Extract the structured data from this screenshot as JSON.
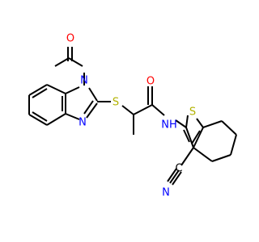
{
  "colors": {
    "bond": "#000000",
    "nitrogen": "#0000ff",
    "oxygen": "#ff0000",
    "sulfur": "#b2b200",
    "carbon": "#000000",
    "background": "#ffffff"
  },
  "atoms": {
    "n_acetyl": "N",
    "o_acetyl": "O",
    "n_imidazole": "N",
    "s_thioether": "S",
    "o_amide": "O",
    "nh_amide": "NH",
    "s_thiophene": "S",
    "n_nitrile": "N",
    "c_nitrile": "C"
  }
}
